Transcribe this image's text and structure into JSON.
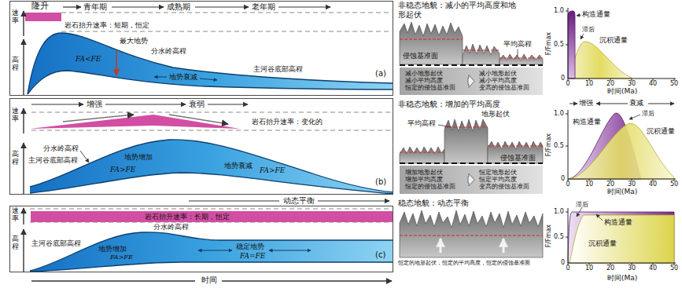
{
  "diagram": {
    "nodes": [
      {
        "text": [
          "(a)"
        ]
      },
      {
        "text": [
          "(b)"
        ]
      },
      {
        "text": [
          "(c)"
        ]
      },
      {
        "text": [
          "岩石抬升速率：长期，恒定"
        ],
        "in": 2
      },
      {
        "text": [
          "减小地形起伏 减小平均高度 恒定的侵蚀基准面"
        ]
      },
      {
        "text": [
          "减小地形起伏 减小平均高度 变高的侵蚀基准面"
        ]
      },
      {
        "text": [
          "增加地形起伏 增加平均高度 恒定的侵蚀基准面"
        ]
      },
      {
        "text": [
          "恒定地形起伏 恒定平均高度 变高的侵蚀基准面"
        ]
      }
    ],
    "edges": [
      {
        "from": 4,
        "to": 5,
        "arrow": "to"
      },
      {
        "from": 6,
        "to": 7,
        "arrow": "to"
      }
    ],
    "labels": [
      "隆升",
      "青年期",
      "成熟期",
      "老年期",
      "岩石抬升速率：短期，恒定",
      "速率",
      "高程",
      "最大地势",
      "分水岭高程",
      "地势衰减",
      "FA<FE",
      "主河谷底部高程",
      "增强",
      "衰弱",
      "岩石抬升速率：变化的",
      "速率",
      "高程",
      "分水岭高程",
      "地势增加",
      "地势衰减",
      "主河谷底部高程",
      "FA>FE",
      "FA>FE",
      "动态平衡",
      "速率",
      "高程",
      "分水岭高程",
      "主河谷底部高程",
      "地势增加",
      "FA>FE",
      "稳定地势",
      "FA=FE",
      "时间",
      "非稳态地貌：减小的平均高度和地形起伏",
      "平均高程",
      "侵蚀基准面",
      "非稳态地貌：增加的平均高度",
      "地形起伏",
      "平均高程",
      "侵蚀基准面",
      "稳态地貌：动态平衡",
      "恒定的地形起伏，恒定的平均高度，恒定的侵蚀基准面",
      "F/Fmax",
      "1.0",
      "0.5",
      "0",
      "0",
      "10",
      "20",
      "30",
      "40",
      "50",
      "时间(Ma)",
      "构造通量",
      "滞后",
      "沉积通量",
      "增强",
      "衰减",
      "F/Fmax",
      "1.0",
      "0.5",
      "0",
      "0",
      "10",
      "20",
      "30",
      "40",
      "50",
      "时间(Ma)",
      "构造通量",
      "滞后",
      "沉积通量",
      "F/Fmax",
      "1.0",
      "0.5",
      "0",
      "0",
      "10",
      "20",
      "30",
      "40",
      "50",
      "时间(Ma)",
      "滞后",
      "构造通量",
      "沉积通量"
    ]
  }
}
